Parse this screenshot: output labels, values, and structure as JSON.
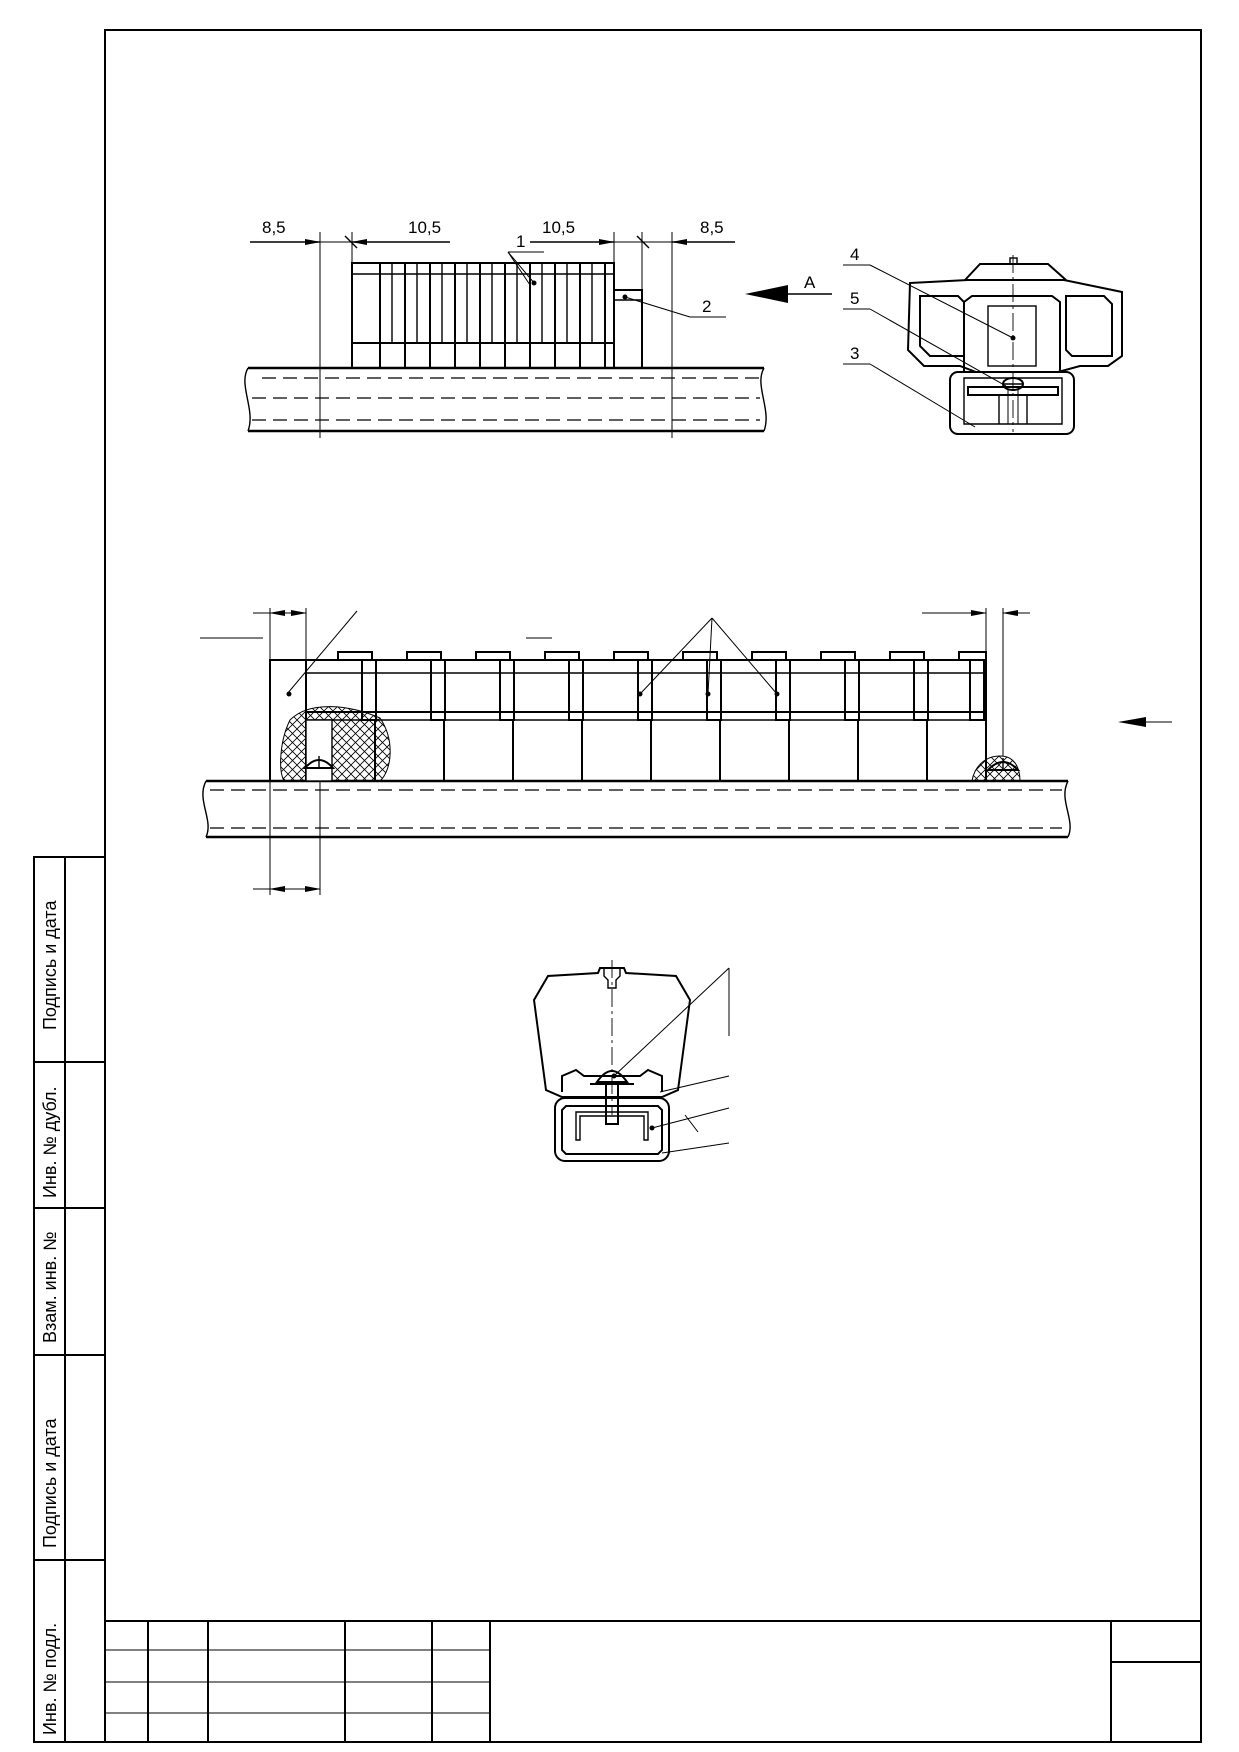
{
  "drawing": {
    "top_view": {
      "dimensions": [
        "8,5",
        "10,5",
        "10,5",
        "8,5"
      ],
      "callouts": [
        "1",
        "2"
      ],
      "view_marker": "А"
    },
    "side_view": {
      "callouts": [
        "4",
        "5",
        "3"
      ]
    }
  },
  "side_stamp": {
    "cells": [
      "Подпись и дата",
      "Инв. № дубл.",
      "Взам. инв. №",
      "Подпись и дата",
      "Инв. № подл."
    ]
  },
  "title_block": {
    "title": ""
  }
}
